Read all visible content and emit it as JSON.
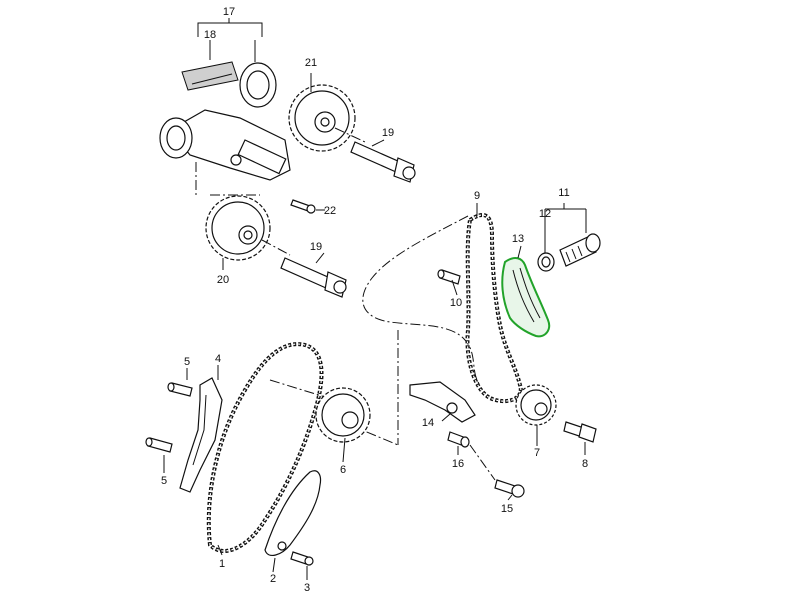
{
  "diagram": {
    "highlight_color": "#22a32a",
    "line_color": "#111111",
    "callouts": {
      "c1": "1",
      "c2": "2",
      "c3": "3",
      "c4": "4",
      "c5a": "5",
      "c5b": "5",
      "c6": "6",
      "c7": "7",
      "c8": "8",
      "c9": "9",
      "c10": "10",
      "c11": "11",
      "c12": "12",
      "c13": "13",
      "c14": "14",
      "c15": "15",
      "c16": "16",
      "c17": "17",
      "c18": "18",
      "c19a": "19",
      "c19b": "19",
      "c20": "20",
      "c21": "21",
      "c22": "22"
    }
  }
}
